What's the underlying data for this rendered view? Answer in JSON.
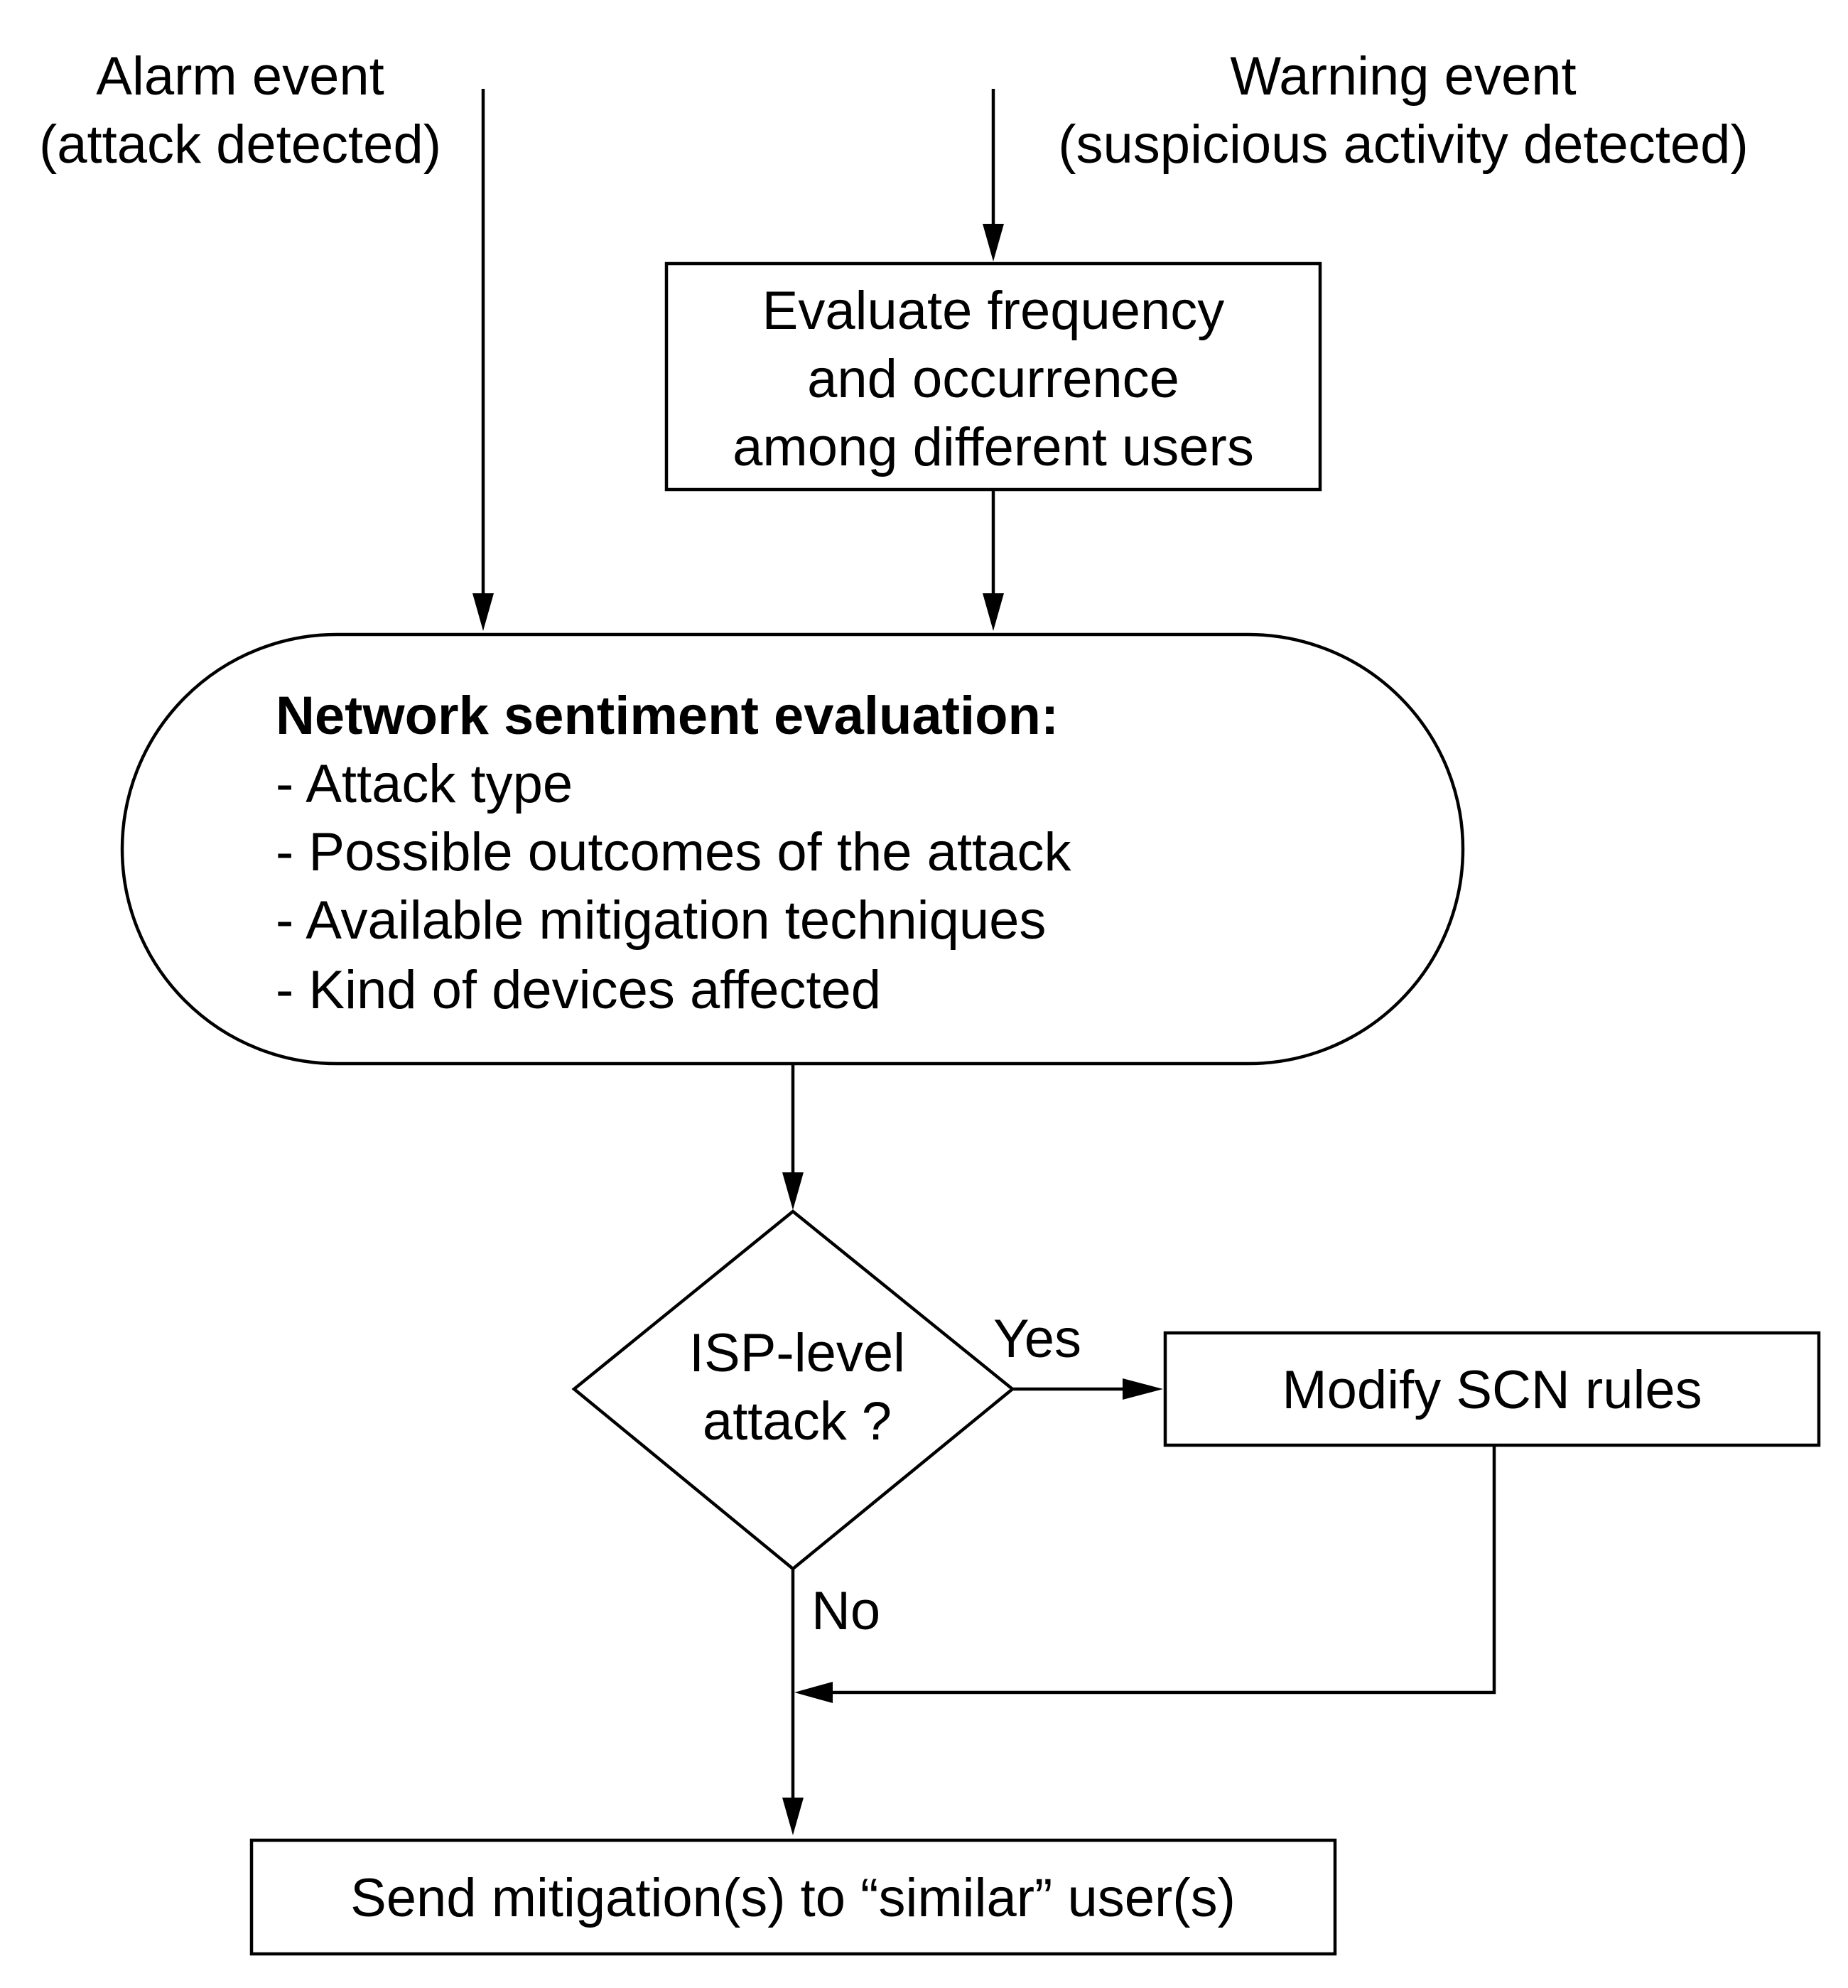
{
  "diagram": {
    "inputs": {
      "alarm": {
        "line1": "Alarm event",
        "line2": "(attack detected)"
      },
      "warning": {
        "line1": "Warning event",
        "line2": "(suspicious activity detected)"
      }
    },
    "evaluate_box": {
      "lines": [
        "Evaluate frequency",
        "and occurrence",
        "among different users"
      ]
    },
    "sentiment": {
      "title": "Network sentiment evaluation:",
      "items": [
        "- Attack type",
        "- Possible outcomes of the attack",
        "- Available mitigation techniques",
        "- Kind of devices affected"
      ]
    },
    "decision": {
      "line1": "ISP-level",
      "line2": "attack ?",
      "yes_label": "Yes",
      "no_label": "No"
    },
    "modify_box": {
      "label": "Modify SCN rules"
    },
    "send_box": {
      "label": "Send mitigation(s) to “similar” user(s)"
    }
  }
}
